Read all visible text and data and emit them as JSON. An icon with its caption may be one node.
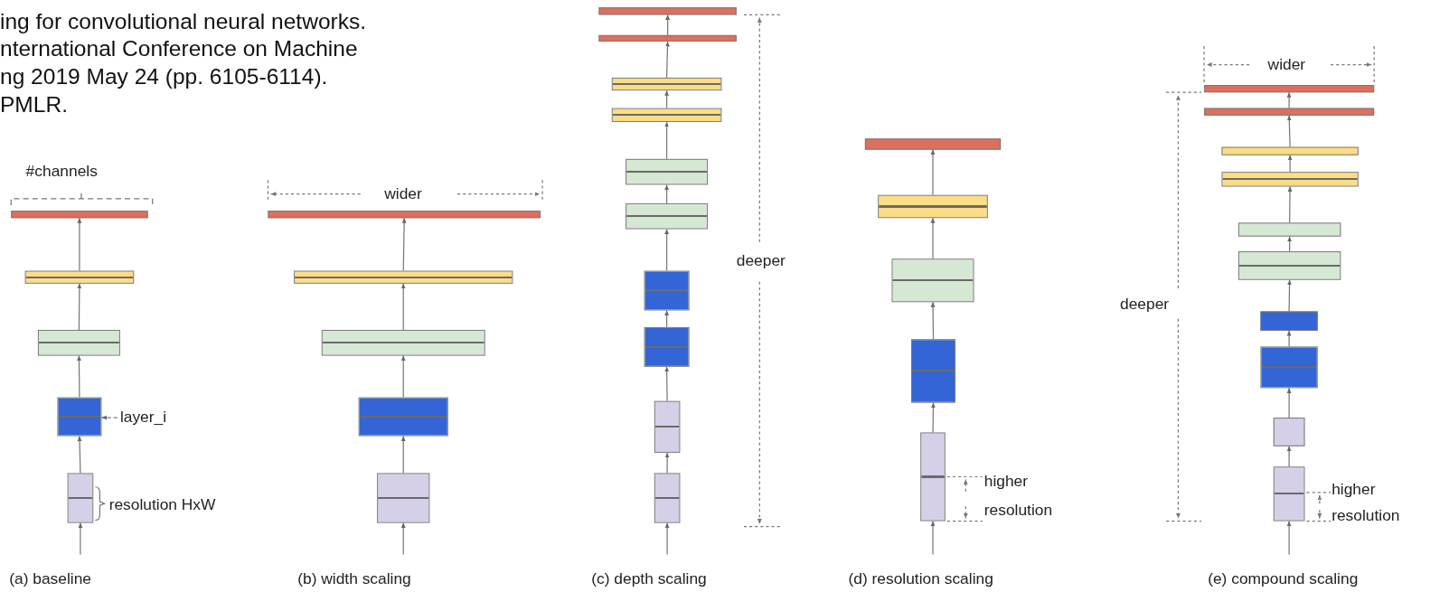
{
  "diagram": {
    "nodes": [
      {
        "text": [],
        "shape": "box"
      },
      {
        "text": [],
        "shape": "box"
      },
      {
        "text": [],
        "shape": "box"
      },
      {
        "text": [],
        "shape": "box"
      },
      {
        "text": [],
        "shape": "box"
      },
      {
        "text": [
          "layer_i"
        ]
      },
      {
        "text": [],
        "shape": "box"
      },
      {
        "text": [],
        "shape": "box"
      },
      {
        "text": [],
        "shape": "box"
      },
      {
        "text": [],
        "shape": "box"
      },
      {
        "text": [],
        "shape": "box"
      },
      {
        "text": [],
        "shape": "box"
      },
      {
        "text": [],
        "shape": "box"
      },
      {
        "text": [],
        "shape": "box"
      },
      {
        "text": [],
        "shape": "box"
      },
      {
        "text": [],
        "shape": "box"
      },
      {
        "text": [],
        "shape": "box"
      },
      {
        "text": [],
        "shape": "box"
      },
      {
        "text": [],
        "shape": "box"
      },
      {
        "text": [],
        "shape": "box"
      },
      {
        "text": [],
        "shape": "box"
      },
      {
        "text": [],
        "shape": "box"
      },
      {
        "text": [],
        "shape": "box"
      },
      {
        "text": [],
        "shape": "box"
      },
      {
        "text": [],
        "shape": "box"
      },
      {
        "text": [],
        "shape": "box"
      },
      {
        "text": [],
        "shape": "box"
      },
      {
        "text": [],
        "shape": "box"
      },
      {
        "text": [],
        "shape": "box"
      },
      {
        "text": [],
        "shape": "box"
      },
      {
        "text": [],
        "shape": "box"
      },
      {
        "text": [],
        "shape": "box"
      },
      {
        "text": [],
        "shape": "box"
      },
      {
        "text": [],
        "shape": "box"
      },
      {
        "text": [],
        "shape": "box"
      },
      {
        "text": [],
        "shape": "box"
      }
    ],
    "edges": [
      {
        "from": null,
        "to": 4,
        "arrow": "to"
      },
      {
        "from": 4,
        "to": 3,
        "arrow": "to"
      },
      {
        "from": 3,
        "to": 2,
        "arrow": "to"
      },
      {
        "from": 2,
        "to": 1,
        "arrow": "to"
      },
      {
        "from": 1,
        "to": 0,
        "arrow": "to"
      },
      {
        "from": 5,
        "to": 3,
        "arrow": "to",
        "style": "dashed"
      },
      {
        "from": null,
        "to": 10,
        "arrow": "to"
      },
      {
        "from": 10,
        "to": 9,
        "arrow": "to"
      },
      {
        "from": 9,
        "to": 8,
        "arrow": "to"
      },
      {
        "from": 8,
        "to": 7,
        "arrow": "to"
      },
      {
        "from": 7,
        "to": 6,
        "arrow": "to"
      },
      {
        "from": null,
        "to": 20,
        "arrow": "to"
      },
      {
        "from": 20,
        "to": 19,
        "arrow": "to"
      },
      {
        "from": 19,
        "to": 18,
        "arrow": "to"
      },
      {
        "from": 18,
        "to": 17,
        "arrow": "to"
      },
      {
        "from": 17,
        "to": 16,
        "arrow": "to"
      },
      {
        "from": 16,
        "to": 15,
        "arrow": "to"
      },
      {
        "from": 15,
        "to": 14,
        "arrow": "to"
      },
      {
        "from": 14,
        "to": 13,
        "arrow": "to"
      },
      {
        "from": 13,
        "to": 12,
        "arrow": "to"
      },
      {
        "from": 12,
        "to": 11,
        "arrow": "to"
      },
      {
        "from": null,
        "to": 25,
        "arrow": "to"
      },
      {
        "from": 25,
        "to": 24,
        "arrow": "to"
      },
      {
        "from": 24,
        "to": 23,
        "arrow": "to"
      },
      {
        "from": 23,
        "to": 22,
        "arrow": "to"
      },
      {
        "from": 22,
        "to": 21,
        "arrow": "to"
      },
      {
        "from": null,
        "to": 35,
        "arrow": "to"
      },
      {
        "from": 35,
        "to": 34,
        "arrow": "to"
      },
      {
        "from": 34,
        "to": 33,
        "arrow": "to"
      },
      {
        "from": 33,
        "to": 32,
        "arrow": "to"
      },
      {
        "from": 32,
        "to": 31,
        "arrow": "to"
      },
      {
        "from": 31,
        "to": 30,
        "arrow": "to"
      },
      {
        "from": 30,
        "to": 29,
        "arrow": "to"
      },
      {
        "from": 29,
        "to": 28,
        "arrow": "to"
      },
      {
        "from": 28,
        "to": 27,
        "arrow": "to"
      },
      {
        "from": 27,
        "to": 26,
        "arrow": "to"
      }
    ],
    "labels": [
      "ing for convolutional neural networks. nternational Conference on Machine ng 2019 May 24 (pp. 6105-6114). PMLR.",
      "#channels",
      "resolution HxW",
      "(a) baseline",
      "wider",
      "(b) width scaling",
      "deeper",
      "(c) depth scaling",
      "higher resolution",
      "(d) resolution scaling",
      "wider",
      "deeper",
      "higher resolution",
      "(e) compound scaling"
    ]
  }
}
